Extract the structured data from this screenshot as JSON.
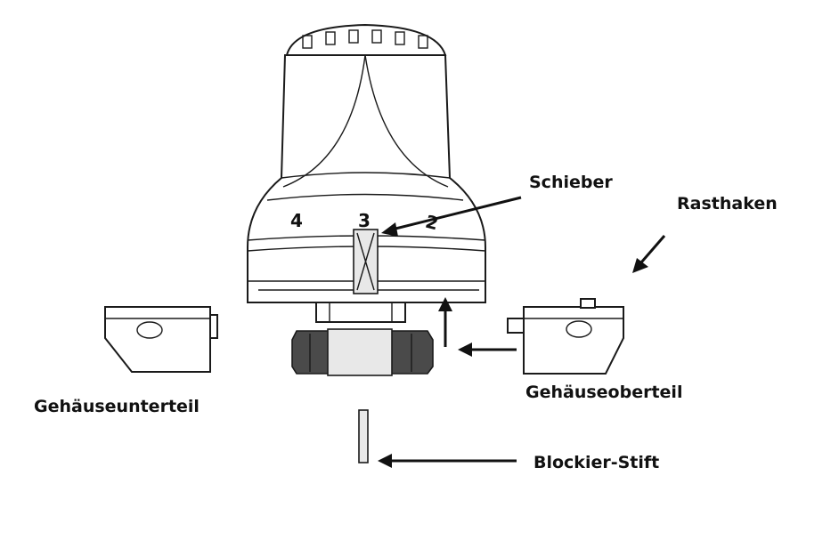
{
  "labels": {
    "schieber": "Schieber",
    "rasthaken": "Rasthaken",
    "gehaeuseunterteil": "Gehäuseunterteil",
    "gehaeuseoberteil": "Gehäuseoberteil",
    "blockier_stift": "Blockier-Stift"
  },
  "scale_marks": [
    "4",
    "3",
    "2"
  ]
}
